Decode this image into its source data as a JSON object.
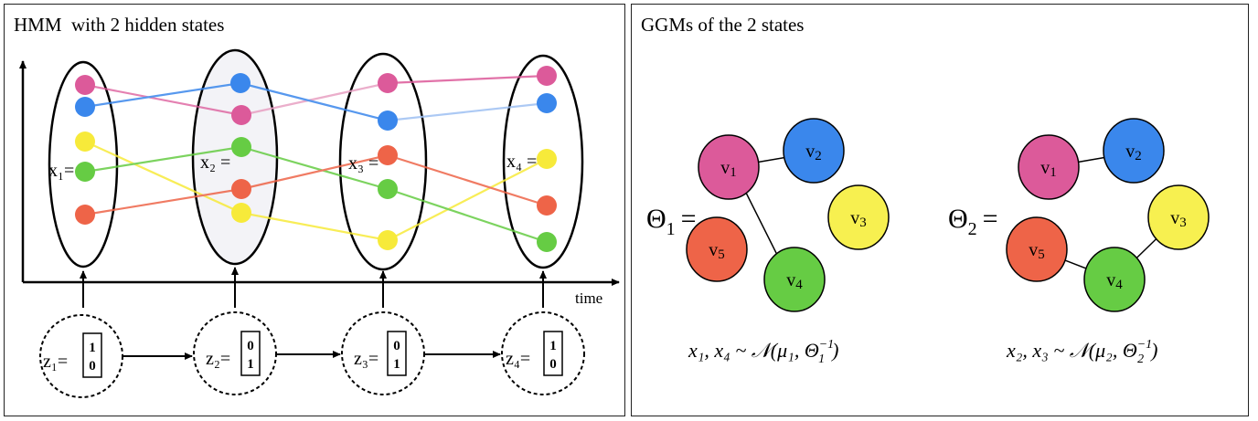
{
  "left_panel": {
    "title": "HMM  with 2 hidden states",
    "time_label": "time",
    "observations": [
      {
        "label": "x₁="
      },
      {
        "label": "x₂ ="
      },
      {
        "label": "x₃ ="
      },
      {
        "label": "x₄ ="
      }
    ],
    "latents": [
      {
        "label": "z₁=",
        "vector": [
          "1",
          "0"
        ]
      },
      {
        "label": "z₂=",
        "vector": [
          "0",
          "1"
        ]
      },
      {
        "label": "z₃=",
        "vector": [
          "0",
          "1"
        ]
      },
      {
        "label": "z₄=",
        "vector": [
          "1",
          "0"
        ]
      }
    ]
  },
  "right_panel": {
    "title": "GGMs of the 2 states",
    "graphs": [
      {
        "theta_symbol": "Θ",
        "theta_subscript": "1",
        "equals": "=",
        "nodes": [
          {
            "label": "v",
            "sub": "1"
          },
          {
            "label": "v",
            "sub": "2"
          },
          {
            "label": "v",
            "sub": "3"
          },
          {
            "label": "v",
            "sub": "4"
          },
          {
            "label": "v",
            "sub": "5"
          }
        ],
        "formula": {
          "vars": "x₁, x₄ ~ 𝒩(μ₁, Θ",
          "inv_sub": "1",
          "inv_sup": "−1",
          "close": ")"
        }
      },
      {
        "theta_symbol": "Θ",
        "theta_subscript": "2",
        "equals": "=",
        "nodes": [
          {
            "label": "v",
            "sub": "1"
          },
          {
            "label": "v",
            "sub": "2"
          },
          {
            "label": "v",
            "sub": "3"
          },
          {
            "label": "v",
            "sub": "4"
          },
          {
            "label": "v",
            "sub": "5"
          }
        ],
        "formula": {
          "vars": "x₂, x₃ ~ 𝒩(μ₂, Θ",
          "inv_sub": "2",
          "inv_sup": "−1",
          "close": ")"
        }
      }
    ]
  },
  "colors": {
    "pink": "#dc5a9a",
    "blue": "#3a87ec",
    "yellow": "#f7ea3a",
    "green": "#66cc44",
    "orange": "#ee6448"
  }
}
